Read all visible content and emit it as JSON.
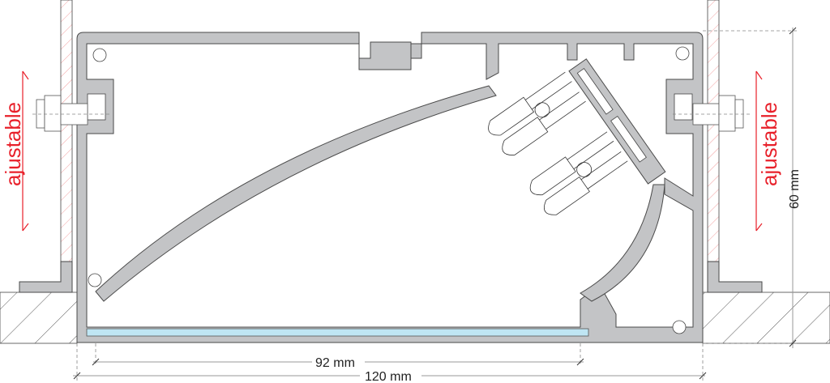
{
  "labels": {
    "adjustable_left": "ajustable",
    "adjustable_right": "ajustable",
    "height_dim": "60 mm",
    "inner_width_dim": "92 mm",
    "outer_width_dim": "120 mm"
  },
  "colors": {
    "aluminium": "#c3c4c6",
    "glass": "#bfe6f3",
    "adjust_arrow": "#e8202a",
    "wall_hatch": "#f2a0a0"
  }
}
